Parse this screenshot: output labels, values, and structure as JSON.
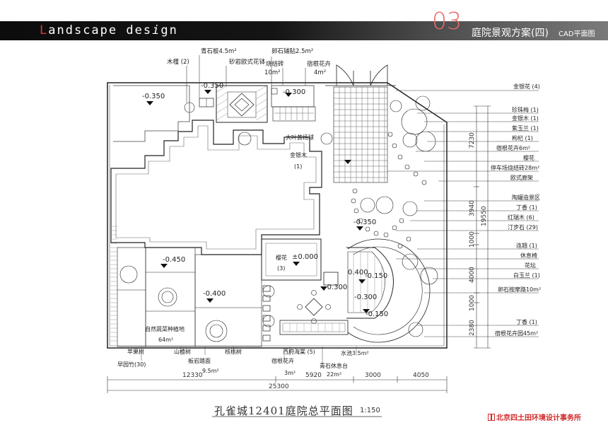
{
  "header": {
    "logo_first": "L",
    "logo_a": "andscape",
    "logo_b": "des",
    "logo_c": "i",
    "logo_d": "gn",
    "section_number": "03",
    "title": "庭院景观方案(四)",
    "subtitle": "CAD平面图"
  },
  "plan": {
    "elevations": [
      "-0.350",
      "-0.350",
      "-0.300",
      "-0.350",
      "-0.450",
      "-0.400",
      "±0.000",
      "-0.300",
      "0.400",
      "-0.150",
      "-0.300",
      "-0.150"
    ],
    "top_labels": [
      "木槿 (2)",
      "青石板4.5m²",
      "砂岩欧式花钵",
      "卵石铺贴2.5m²",
      "烧结砖",
      "10m²",
      "宿根花卉",
      "4m²"
    ],
    "inner_labels": [
      "大叶黄杨球",
      "金银木",
      "(1)",
      "樱花",
      "(3)"
    ],
    "left_labels": [
      "自然蔬菜种植地",
      "64m²"
    ],
    "bottom_labels": [
      "苹果树",
      "早园竹(30)",
      "山楂树",
      "板岩踏面",
      "9.5m²",
      "核桃树",
      "西府海棠 (5)",
      "宿根花卉",
      "3m²",
      "青石休息台",
      "22m²",
      "水池3.5m²"
    ],
    "right_labels": [
      "金银花 (4)",
      "珍珠梅 (1)",
      "金银木 (1)",
      "紫玉兰 (1)",
      "枸杞 (1)",
      "宿根花卉6m²",
      "樱花",
      "停车场烧结砖28m²",
      "欧式廊架",
      "陶罐造景区",
      "丁香 (1)",
      "红瑞木 (6)",
      "汀步石 (29)",
      "连翘 (1)",
      "休息椅",
      "花坛",
      "白玉兰 (1)",
      "卵石按摩路10m²",
      "丁香 (1)",
      "宿根花卉园45m²"
    ],
    "right_dims": [
      "7230",
      "3940",
      "19550",
      "1000",
      "4000",
      "1000",
      "2380"
    ],
    "bottom_dims": [
      "12330",
      "5920",
      "3000",
      "4050",
      "25300"
    ]
  },
  "caption": {
    "title": "孔雀城12401庭院总平面图",
    "scale": "1:150"
  },
  "company": "北京四土田环境设计事务所"
}
